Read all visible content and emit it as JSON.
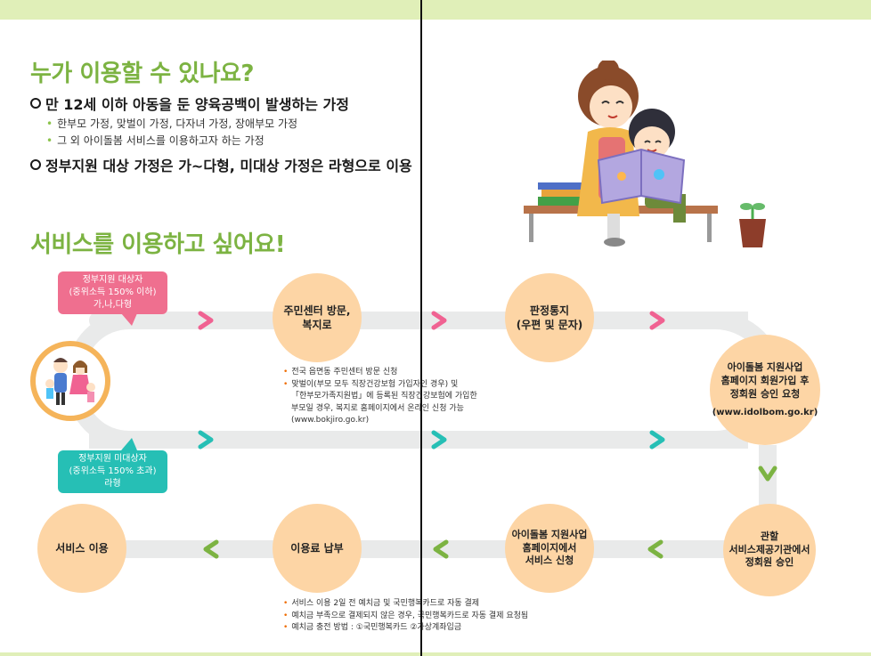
{
  "who_section": {
    "title": "누가 이용할 수 있나요?",
    "bullet1": "만 12세 이하 아동을 둔 양육공백이 발생하는 가정",
    "sub1": "한부모 가정, 맞벌이 가정, 다자녀 가정, 장애부모 가정",
    "sub2": "그 외 아이돌봄 서비스를 이용하고자 하는 가정",
    "bullet2": "정부지원 대상 가정은 가~다형, 미대상 가정은 라형으로 이용"
  },
  "service_section": {
    "title": "서비스를 이용하고 싶어요!"
  },
  "flow": {
    "bubble_gov": "정부지원 대상자\n(중위소득 150% 이하)\n가,나,다형",
    "bubble_nongov": "정부지원 미대상자\n(중위소득 150% 초과)\n라형",
    "step_center": "주민센터 방문,\n복지로",
    "step_notice": "판정통지\n(우편 및 문자)",
    "step_join": "아이돌봄 지원사업\n홈페이지 회원가입 후\n정회원 승인 요청",
    "step_join_url": "(www.idolbom.go.kr)",
    "step_approve": "관할\n서비스제공기관에서\n정회원 승인",
    "step_apply": "아이돌봄 지원사업\n홈페이지에서\n서비스 신청",
    "step_pay": "이용료 납부",
    "step_use": "서비스 이용",
    "note_top": [
      "전국 읍면동 주민센터 방문 신청",
      "맞벌이(부모 모두 직장건강보험 가입자인 경우) 및",
      "「한부모가족지원법」에 등록된 직장건강보험에 가입한",
      "부모일 경우, 복지로 홈페이지에서 온라인 신청 가능",
      "(www.bokjiro.go.kr)"
    ],
    "note_bottom": [
      "서비스 이용 2일 전 예치금 및 국민행복카드로 자동 결제",
      "예치금 부족으로 결제되지 않은 경우, 국민행복카드로 자동 결제 요청됨",
      "예치금 충전 방법 : ①국민행복카드 ②가상계좌입금"
    ]
  },
  "colors": {
    "green": "#7cb342",
    "pink": "#f06292",
    "teal": "#26bfb5",
    "peach": "#fdd5a5",
    "track": "#e9eaea"
  }
}
